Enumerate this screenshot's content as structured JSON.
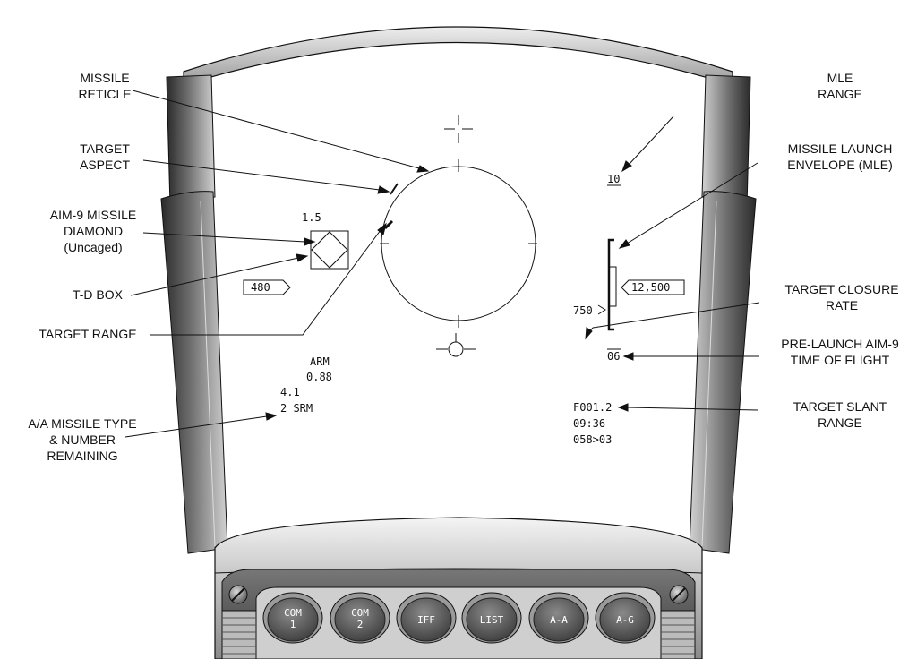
{
  "callouts": {
    "missile_reticle": [
      "MISSILE",
      "RETICLE"
    ],
    "target_aspect": [
      "TARGET",
      "ASPECT"
    ],
    "aim9_diamond": [
      "AIM-9 MISSILE",
      "DIAMOND",
      "(Uncaged)"
    ],
    "td_box": [
      "T-D BOX"
    ],
    "target_range": [
      "TARGET RANGE"
    ],
    "aa_missile_type": [
      "A/A MISSILE TYPE",
      "& NUMBER",
      "REMAINING"
    ],
    "mle_range": [
      "MLE",
      "RANGE"
    ],
    "missile_launch_envelope": [
      "MISSILE LAUNCH",
      "ENVELOPE (MLE)"
    ],
    "target_closure_rate": [
      "TARGET CLOSURE",
      "RATE"
    ],
    "prelaunch_tof": [
      "PRE-LAUNCH AIM-9",
      "TIME OF FLIGHT"
    ],
    "target_slant_range": [
      "TARGET SLANT",
      "RANGE"
    ]
  },
  "hud": {
    "range_scale": "1.5",
    "airspeed_box": "480",
    "altitude_box": "12,500",
    "mle_range_value": "10",
    "closure_rate": "750",
    "tof": "06",
    "arm": "ARM",
    "mach": "0.88",
    "g": "4.1",
    "missile_count": "2 SRM",
    "slant_range": "F001.2",
    "time": "09:36",
    "steer": "058>03"
  },
  "buttons": [
    {
      "id": "com1",
      "lines": [
        "COM",
        "1"
      ]
    },
    {
      "id": "com2",
      "lines": [
        "COM",
        "2"
      ]
    },
    {
      "id": "iff",
      "lines": [
        "IFF"
      ]
    },
    {
      "id": "list",
      "lines": [
        "LIST"
      ]
    },
    {
      "id": "aa",
      "lines": [
        "A-A"
      ]
    },
    {
      "id": "ag",
      "lines": [
        "A-G"
      ]
    }
  ],
  "colors": {
    "frame_dark": "#3a3a3a",
    "frame_mid": "#8c8c8c",
    "frame_light": "#c8c8c8",
    "button_dark": "#555555"
  }
}
